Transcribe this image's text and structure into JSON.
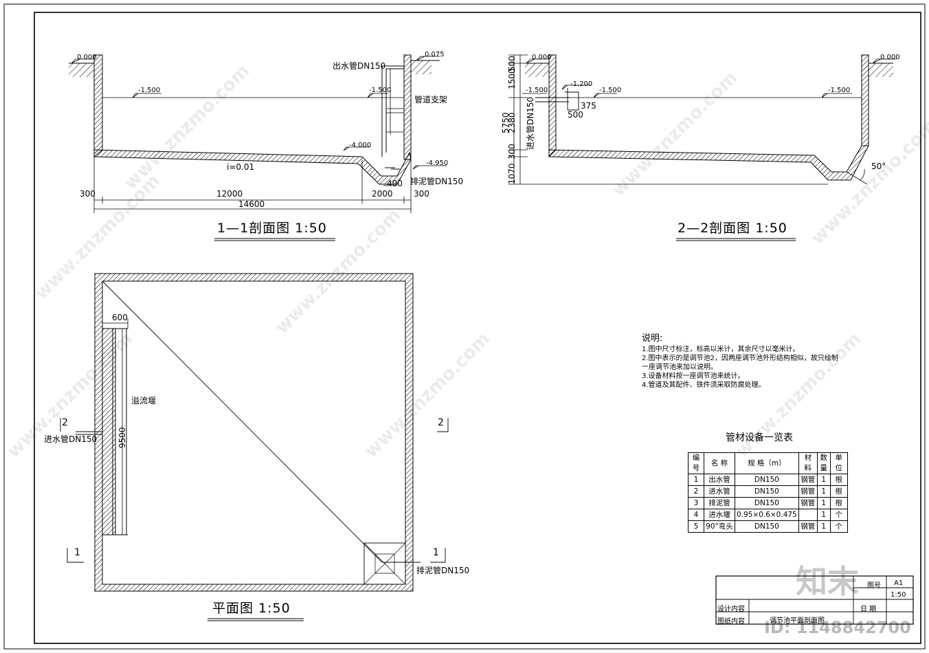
{
  "sections": {
    "s11": {
      "title": "1—1剖面图 1:50",
      "elev_left": "0.000",
      "elev_right": "0.075",
      "water_left": "-1.500",
      "water_right": "-1.500",
      "bottom_elev": "-4.000",
      "sump_elev": "-4.950",
      "slope": "i=0.01",
      "outlet_pipe": "出水管DN150",
      "support": "管道支架",
      "sludge_pipe": "排泥管DN150",
      "dims": {
        "wall_l": "300",
        "main": "12000",
        "sump": "2000",
        "wall_r": "300",
        "total": "14600",
        "sump_w": "400"
      }
    },
    "s22": {
      "title": "2—2剖面图 1:50",
      "elev_left": "0.000",
      "elev_right": "0.000",
      "water_1": "-1.500",
      "water_2": "-1.200",
      "water_3": "-1.500",
      "water_4": "-1.500",
      "inlet_pipe": "进水管DN150",
      "dim_375": "375",
      "dim_500": "500",
      "angle": "50°",
      "vdims": {
        "total": "5750",
        "a": "500",
        "b": "1500",
        "c": "2380",
        "d": "300",
        "e": "1070"
      }
    }
  },
  "plan": {
    "title": "平面图 1:50",
    "dim_600": "600",
    "dim_9500": "9500",
    "weir": "溢流堰",
    "inlet_pipe": "进水管DN150",
    "sludge_pipe": "排泥管DN150",
    "mark_2": "2",
    "mark_1": "1"
  },
  "notes": {
    "heading": "说明:",
    "lines": [
      "1.图中尺寸标注，标高以米计，其余尺寸以毫米计。",
      "2.图中表示的是调节池2，因两座调节池外形结构相似，故只绘制",
      "一座调节池来加以说明。",
      "3.设备材料按一座调节池来统计。",
      "4.管道及其配件、铁件须采取防腐处理。"
    ]
  },
  "equipment": {
    "title": "管材设备一览表",
    "headers": [
      "编号",
      "名 称",
      "规 格（m）",
      "材 料",
      "数 量",
      "单 位"
    ],
    "rows": [
      [
        "1",
        "出水管",
        "DN150",
        "钢管",
        "1",
        "根"
      ],
      [
        "2",
        "进水管",
        "DN150",
        "钢管",
        "1",
        "根"
      ],
      [
        "3",
        "排泥管",
        "DN150",
        "钢管",
        "1",
        "根"
      ],
      [
        "4",
        "进水堰",
        "0.95×0.6×0.475",
        "",
        "1",
        "个"
      ],
      [
        "5",
        "90°弯头",
        "DN150",
        "钢管",
        "1",
        "个"
      ]
    ]
  },
  "title_block": {
    "sheet_size": "A1",
    "scale": "1:50",
    "date_label": "日 期",
    "design_label": "设计内容",
    "drawing_label": "图纸内容",
    "drawing_name": "调节池平面剖面图",
    "no_label": "图号"
  },
  "watermark": {
    "site": "znzmo.com",
    "site_full": "www.znzmo.com",
    "logo": "知末",
    "id": "ID: 1148842700"
  }
}
